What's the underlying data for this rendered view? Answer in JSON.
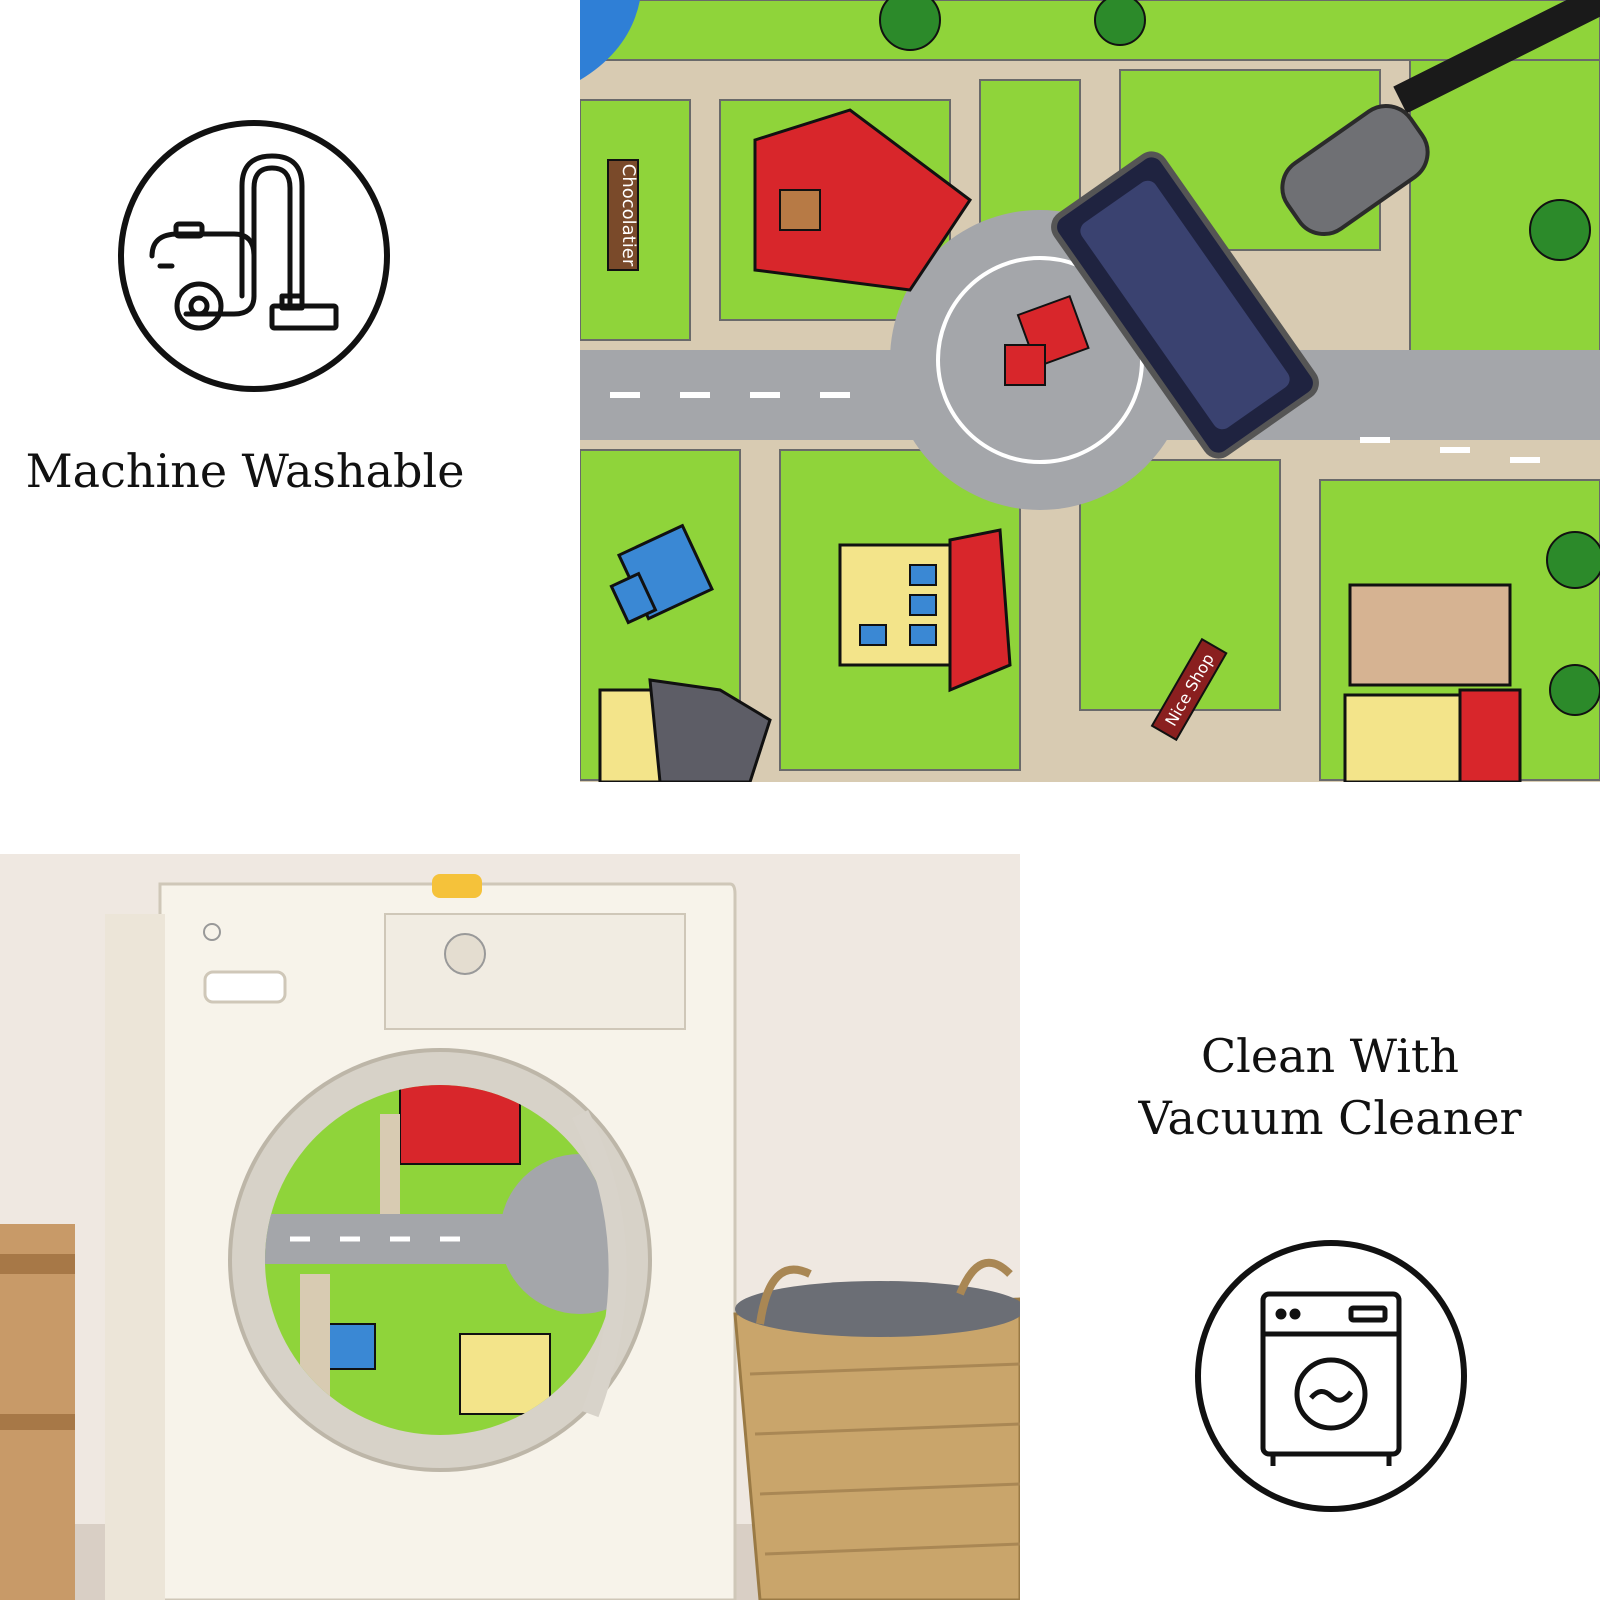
{
  "features": {
    "machine_washable": {
      "label": "Machine Washable",
      "icon": "vacuum-cleaner-icon"
    },
    "vacuum_clean": {
      "label_line1": "Clean With",
      "label_line2": "Vacuum Cleaner",
      "icon": "washing-machine-icon"
    }
  },
  "mat_signs": {
    "chocolatier": "Chocolatier",
    "nice_shop": "Nice Shop"
  },
  "colors": {
    "grass": "#8fd43a",
    "road": "#a4a6aa",
    "path": "#d8cbb2",
    "red_house": "#d8262b",
    "yellow_house": "#f3e48a",
    "outline": "#111111"
  }
}
